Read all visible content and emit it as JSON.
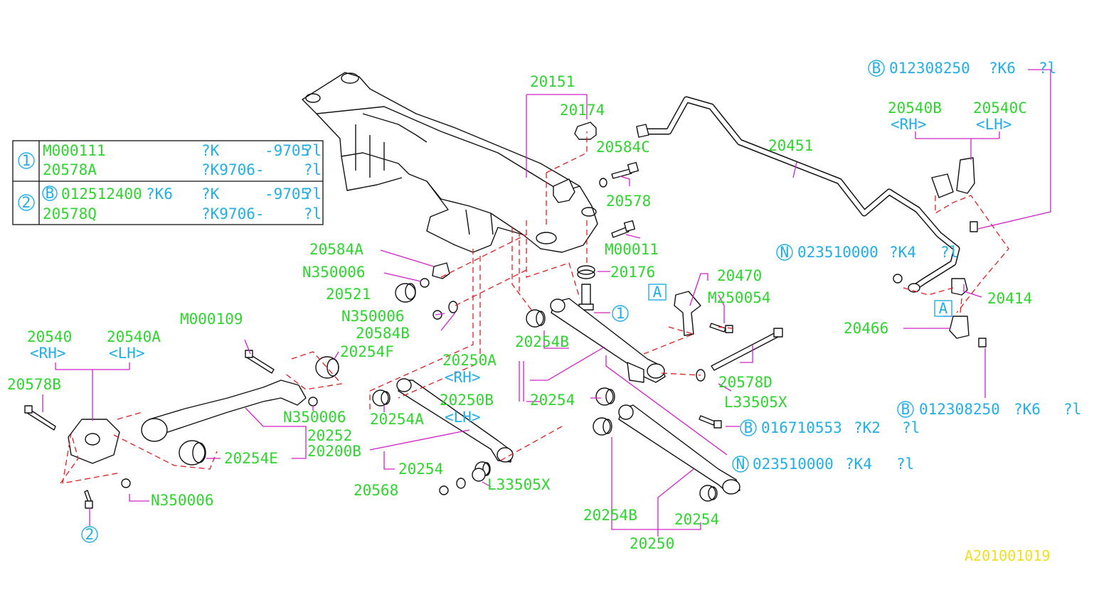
{
  "diagram": {
    "image_id": "A201001019",
    "table": {
      "rows": [
        {
          "marker": "1",
          "lines": [
            {
              "part": "M000111",
              "spec": "?K",
              "range": "-9705",
              "qty": "?l"
            },
            {
              "part": "20578A",
              "spec": "?K9706-",
              "range": "",
              "qty": "?l"
            }
          ]
        },
        {
          "marker": "2",
          "lines": [
            {
              "prefix": "B",
              "part": "012512400",
              "spec": "?K6",
              "spec2": "?K",
              "range": "-9705",
              "qty": "?l"
            },
            {
              "part": "20578Q",
              "spec": "?K9706-",
              "range": "",
              "qty": "?l"
            }
          ]
        }
      ]
    },
    "labels": {
      "p20151": "20151",
      "p20174": "20174",
      "p20584C": "20584C",
      "p20578": "20578",
      "pM00011": "M00011",
      "p20176": "20176",
      "p20584A": "20584A",
      "pN350006_a": "N350006",
      "p20521": "20521",
      "pN350006_b": "N350006",
      "p20584B": "20584B",
      "pM000109": "M000109",
      "p20540": "20540",
      "p20540A": "20540A",
      "pRH1": "<RH>",
      "pLH1": "<LH>",
      "p20578B": "20578B",
      "p20254F": "20254F",
      "pN350006_c": "N350006",
      "p20252": "20252",
      "p20254E": "20254E",
      "p20200B": "20200B",
      "pN350006_d": "N350006",
      "p20250A": "20250A",
      "pRH2": "<RH>",
      "p20250B": "20250B",
      "pLH2": "<LH>",
      "p20254B_a": "20254B",
      "p20254_a": "20254",
      "p20254A": "20254A",
      "p20254_b": "20254",
      "p20568": "20568",
      "pL33505X_a": "L33505X",
      "p20470": "20470",
      "pM250054": "M250054",
      "p20578D": "20578D",
      "pL33505X_b": "L33505X",
      "p016710553": "016710553",
      "p016710553_spec": "?K2",
      "p016710553_qty": "?l",
      "p023510000_a": "023510000",
      "p023510000_a_spec": "?K4",
      "p023510000_a_qty": "?l",
      "p20254B_b": "20254B",
      "p20254_c": "20254",
      "p20250": "20250",
      "p20451": "20451",
      "p012308250_a": "012308250",
      "p012308250_a_spec": "?K6",
      "p012308250_a_qty": "?l",
      "p20540B": "20540B",
      "p20540C": "20540C",
      "pRH3": "<RH>",
      "pLH3": "<LH>",
      "p023510000_b": "023510000",
      "p023510000_b_spec": "?K4",
      "p023510000_b_qty": "?l",
      "p20414": "20414",
      "p20466": "20466",
      "p012308250_b": "012308250",
      "p012308250_b_spec": "?K6",
      "p012308250_b_qty": "?l"
    },
    "markers": {
      "one": "1",
      "two": "2",
      "A": "A",
      "B": "B",
      "N": "N"
    }
  }
}
